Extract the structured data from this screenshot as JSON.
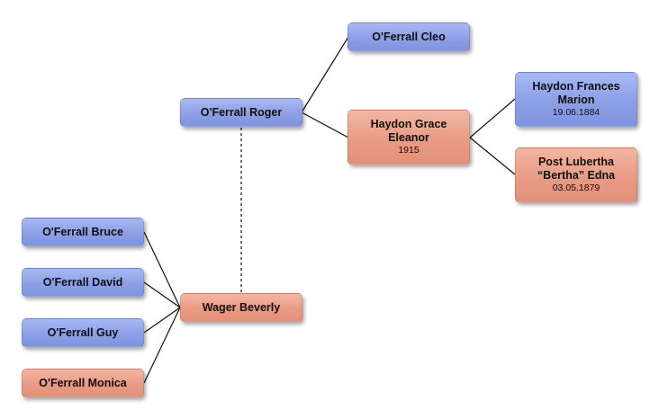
{
  "people": {
    "roger": {
      "name": "O'Ferrall Roger",
      "date": "",
      "gender": "male"
    },
    "cleo": {
      "name": "O'Ferrall Cleo",
      "date": "",
      "gender": "male"
    },
    "grace": {
      "name": "Haydon Grace Eleanor",
      "date": "1915",
      "gender": "female"
    },
    "haydon_frances": {
      "name": "Haydon Frances Marion",
      "date": "19.06.1884",
      "gender": "male"
    },
    "lubertha": {
      "name": "Post Lubertha “Bertha” Edna",
      "date": "03.05.1879",
      "gender": "female"
    },
    "beverly": {
      "name": "Wager Beverly",
      "date": "",
      "gender": "female"
    },
    "bruce": {
      "name": "O'Ferrall Bruce",
      "date": "",
      "gender": "male"
    },
    "david": {
      "name": "O'Ferrall David",
      "date": "",
      "gender": "male"
    },
    "guy": {
      "name": "O'Ferrall Guy",
      "date": "",
      "gender": "male"
    },
    "monica": {
      "name": "O'Ferrall Monica",
      "date": "",
      "gender": "female"
    }
  },
  "colors": {
    "male": "#8c9fe6",
    "female": "#e99b84"
  }
}
